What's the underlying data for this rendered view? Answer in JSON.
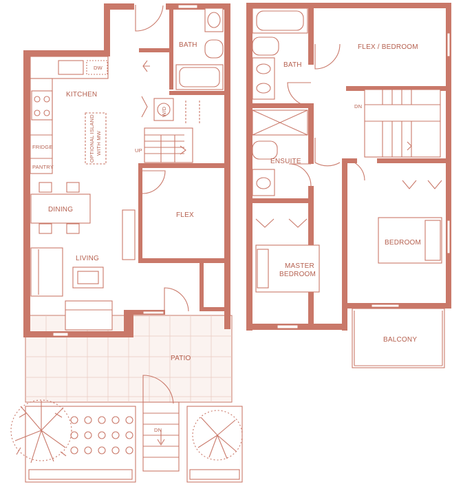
{
  "accent_color": "#c97869",
  "labels": {
    "kitchen": "KITCHEN",
    "dw": "DW",
    "optional_island_1": "OPTIONAL ISLAND",
    "optional_island_2": "WITH MW",
    "fridge": "FRIDGE",
    "pantry": "PANTRY",
    "dining": "DINING",
    "living": "LIVING",
    "flex_main": "FLEX",
    "bath_main": "BATH",
    "wd": "W/D",
    "up": "UP",
    "patio": "PATIO",
    "dn_patio": "DN",
    "bath_upper": "BATH",
    "flex_bedroom": "FLEX / BEDROOM",
    "dn_upper": "DN",
    "ensuite": "ENSUITE",
    "master_1": "MASTER",
    "master_2": "BEDROOM",
    "bedroom": "BEDROOM",
    "balcony": "BALCONY"
  },
  "icons": [
    "door-swing-icon",
    "stair-icon",
    "tree-icon",
    "shrub-icon",
    "sink-icon",
    "toilet-icon",
    "bathtub-icon",
    "stove-icon",
    "sofa-icon",
    "bed-icon"
  ]
}
